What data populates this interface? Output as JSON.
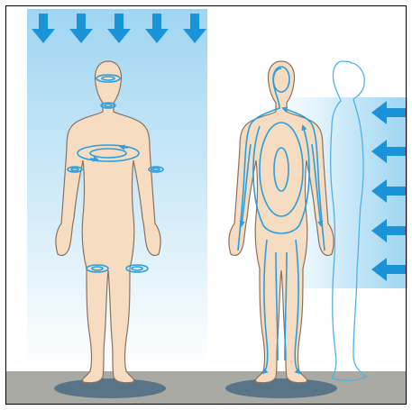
{
  "figure": {
    "panels": [
      {
        "id": "left-figure",
        "field_direction": "downward",
        "arrow_count": 5,
        "current_loops": [
          "head",
          "neck",
          "torso",
          "left-arm",
          "right-arm",
          "left-knee",
          "right-knee"
        ]
      },
      {
        "id": "right-figure",
        "field_direction": "leftward",
        "arrow_count": 5,
        "current_pattern": "large-loops-along-body"
      }
    ],
    "icons": [
      "down-arrow-icon",
      "left-arrow-icon",
      "current-loop-icon",
      "body-silhouette"
    ]
  },
  "colors": {
    "skin": "#f6dcc0",
    "skin_outline": "#8a7260",
    "field_arrow": "#1b93d8",
    "field_gradient_top": "#9fd5f1",
    "field_gradient_bottom": "#ffffff",
    "current_loop": "#2a9fe0",
    "ground": "#aaaaa4",
    "shadow": "#597487",
    "ghost_outline": "#4fb2e6",
    "frame": "#000000"
  }
}
